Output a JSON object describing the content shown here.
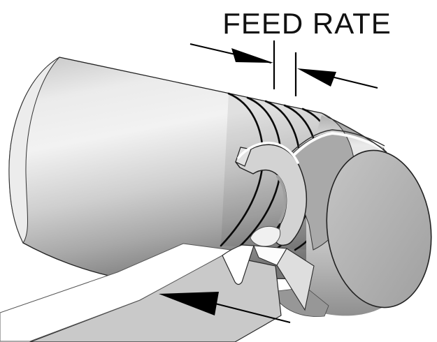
{
  "figure": {
    "kind": "lathe-turning-operation-illustration",
    "alt": "3D line-shaded illustration of a single-point turning operation: a large gray cylinder with five spiral tool-mark grooves, a machined smaller diameter, a curled chip at the cutting edge, and a cutting tool feeding from the lower left",
    "background": "#ffffff",
    "annotation": {
      "label": "FEED RATE",
      "label_color": "#111111",
      "meaning": "distance between adjacent tool-mark ticks per revolution"
    },
    "parts": [
      {
        "name": "workpiece-cylinder",
        "desc": "large stock cylinder"
      },
      {
        "name": "feed-grooves",
        "desc": "helical tool marks on turned surface",
        "count": 5
      },
      {
        "name": "machined-shoulder",
        "desc": "annular step face at end of stock"
      },
      {
        "name": "turned-diameter",
        "desc": "smaller machined cylinder at right"
      },
      {
        "name": "chip-curl",
        "desc": "curled metal chip at the cutting zone"
      },
      {
        "name": "cutting-tool",
        "desc": "tool bar with chip-breaker notch feeding from lower left"
      },
      {
        "name": "feed-direction-arrow",
        "desc": "solid arrow along tool pointing left"
      },
      {
        "name": "feed-rate-dimension",
        "desc": "two witness ticks with opposing leader arrows"
      }
    ],
    "colors": {
      "outline": "#222222",
      "workpiece_highlight": "#f2f2f2",
      "workpiece_mid": "#cfcfcf",
      "workpiece_shadow": "#777777",
      "cap": "#ececec",
      "shoulder": "#a9a9a9",
      "end_face_light": "#c6c6c6",
      "end_face_dark": "#a2a2a2",
      "chip": "#d3d3d3",
      "tool_top": "#ffffff",
      "tool_side": "#c9c9c9",
      "tool_tip_face": "#dedede",
      "arrow": "#000000"
    }
  }
}
